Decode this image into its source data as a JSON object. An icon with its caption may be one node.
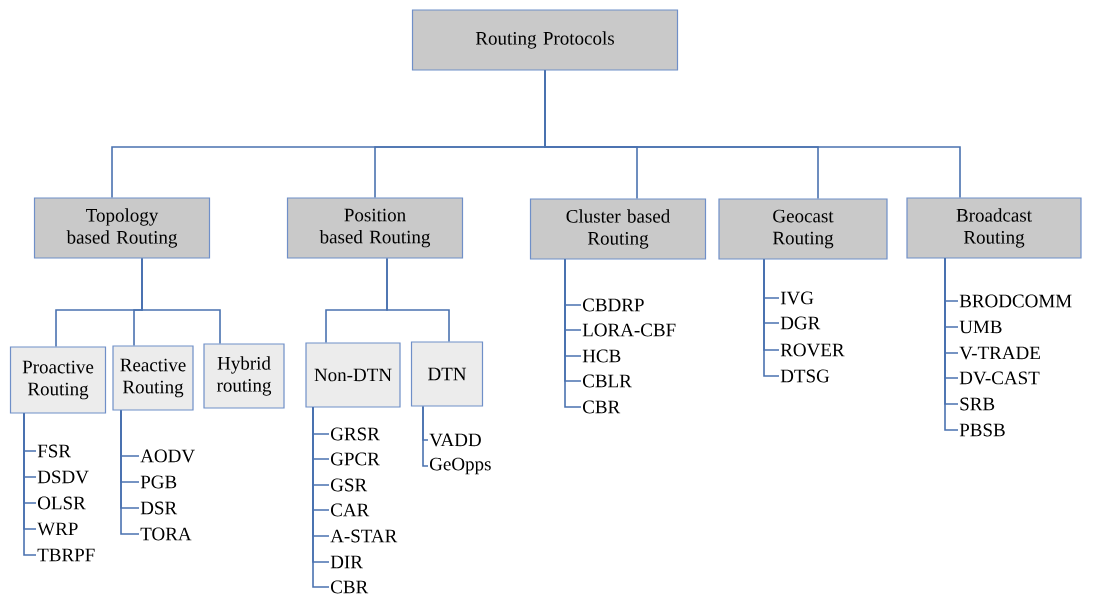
{
  "diagram": {
    "nodes": [
      {
        "text": [
          "Routing Protocols"
        ]
      },
      {
        "text": [
          "Topology based Routing"
        ]
      },
      {
        "text": [
          "Position based Routing"
        ]
      },
      {
        "text": [
          "Cluster based Routing"
        ]
      },
      {
        "text": [
          "Geocast Routing"
        ]
      },
      {
        "text": [
          "Broadcast Routing"
        ]
      },
      {
        "text": [
          "Proactive Routing"
        ]
      },
      {
        "text": [
          "Reactive Routing"
        ]
      },
      {
        "text": [
          "Hybrid routing"
        ]
      },
      {
        "text": [
          "Non-DTN"
        ]
      },
      {
        "text": [
          "DTN"
        ]
      },
      {
        "text": [
          "FSR"
        ]
      },
      {
        "text": [
          "DSDV"
        ]
      },
      {
        "text": [
          "OLSR"
        ]
      },
      {
        "text": [
          "WRP"
        ]
      },
      {
        "text": [
          "TBRPF"
        ]
      },
      {
        "text": [
          "AODV"
        ]
      },
      {
        "text": [
          "PGB"
        ]
      },
      {
        "text": [
          "DSR"
        ]
      },
      {
        "text": [
          "TORA"
        ]
      },
      {
        "text": [
          "GRSR"
        ]
      },
      {
        "text": [
          "GPCR"
        ]
      },
      {
        "text": [
          "GSR"
        ]
      },
      {
        "text": [
          "CAR"
        ]
      },
      {
        "text": [
          "A-STAR"
        ]
      },
      {
        "text": [
          "DIR"
        ]
      },
      {
        "text": [
          "CBR"
        ]
      },
      {
        "text": [
          "VADD"
        ]
      },
      {
        "text": [
          "GeOpps"
        ]
      },
      {
        "text": [
          "CBDRP"
        ]
      },
      {
        "text": [
          "LORA-CBF"
        ]
      },
      {
        "text": [
          "HCB"
        ]
      },
      {
        "text": [
          "CBLR"
        ]
      },
      {
        "text": [
          "CBR"
        ]
      },
      {
        "text": [
          "IVG"
        ]
      },
      {
        "text": [
          "DGR"
        ]
      },
      {
        "text": [
          "ROVER"
        ]
      },
      {
        "text": [
          "DTSG"
        ]
      },
      {
        "text": [
          "BRODCOMM"
        ]
      },
      {
        "text": [
          "UMB"
        ]
      },
      {
        "text": [
          "V-TRADE"
        ]
      },
      {
        "text": [
          "DV-CAST"
        ]
      },
      {
        "text": [
          "SRB"
        ]
      },
      {
        "text": [
          "PBSB"
        ]
      }
    ],
    "edges": [
      {
        "from": 0,
        "to": 1,
        "arrow": "none"
      },
      {
        "from": 0,
        "to": 2,
        "arrow": "none"
      },
      {
        "from": 0,
        "to": 3,
        "arrow": "none"
      },
      {
        "from": 0,
        "to": 4,
        "arrow": "none"
      },
      {
        "from": 0,
        "to": 5,
        "arrow": "none"
      },
      {
        "from": 1,
        "to": 6,
        "arrow": "none"
      },
      {
        "from": 1,
        "to": 7,
        "arrow": "none"
      },
      {
        "from": 1,
        "to": 8,
        "arrow": "none"
      },
      {
        "from": 2,
        "to": 9,
        "arrow": "none"
      },
      {
        "from": 2,
        "to": 10,
        "arrow": "none"
      },
      {
        "from": 6,
        "to": 11,
        "arrow": "none"
      },
      {
        "from": 6,
        "to": 12,
        "arrow": "none"
      },
      {
        "from": 6,
        "to": 13,
        "arrow": "none"
      },
      {
        "from": 6,
        "to": 14,
        "arrow": "none"
      },
      {
        "from": 6,
        "to": 15,
        "arrow": "none"
      },
      {
        "from": 7,
        "to": 16,
        "arrow": "none"
      },
      {
        "from": 7,
        "to": 17,
        "arrow": "none"
      },
      {
        "from": 7,
        "to": 18,
        "arrow": "none"
      },
      {
        "from": 7,
        "to": 19,
        "arrow": "none"
      },
      {
        "from": 9,
        "to": 20,
        "arrow": "none"
      },
      {
        "from": 9,
        "to": 21,
        "arrow": "none"
      },
      {
        "from": 9,
        "to": 22,
        "arrow": "none"
      },
      {
        "from": 9,
        "to": 23,
        "arrow": "none"
      },
      {
        "from": 9,
        "to": 24,
        "arrow": "none"
      },
      {
        "from": 9,
        "to": 25,
        "arrow": "none"
      },
      {
        "from": 9,
        "to": 26,
        "arrow": "none"
      },
      {
        "from": 10,
        "to": 27,
        "arrow": "none"
      },
      {
        "from": 10,
        "to": 28,
        "arrow": "none"
      },
      {
        "from": 3,
        "to": 29,
        "arrow": "none"
      },
      {
        "from": 3,
        "to": 30,
        "arrow": "none"
      },
      {
        "from": 3,
        "to": 31,
        "arrow": "none"
      },
      {
        "from": 3,
        "to": 32,
        "arrow": "none"
      },
      {
        "from": 3,
        "to": 33,
        "arrow": "none"
      },
      {
        "from": 4,
        "to": 34,
        "arrow": "none"
      },
      {
        "from": 4,
        "to": 35,
        "arrow": "none"
      },
      {
        "from": 4,
        "to": 36,
        "arrow": "none"
      },
      {
        "from": 4,
        "to": 37,
        "arrow": "none"
      },
      {
        "from": 5,
        "to": 38,
        "arrow": "none"
      },
      {
        "from": 5,
        "to": 39,
        "arrow": "none"
      },
      {
        "from": 5,
        "to": 40,
        "arrow": "none"
      },
      {
        "from": 5,
        "to": 41,
        "arrow": "none"
      },
      {
        "from": 5,
        "to": 42,
        "arrow": "none"
      },
      {
        "from": 5,
        "to": 43,
        "arrow": "none"
      }
    ]
  }
}
